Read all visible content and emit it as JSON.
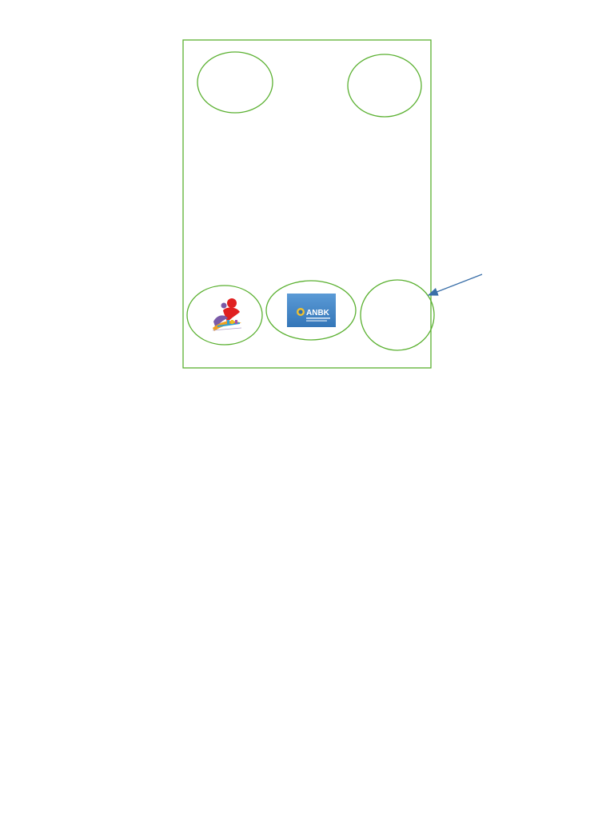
{
  "page": {
    "background": "#ffffff",
    "frame_color": "#5ab030",
    "arrow_color": "#3a6fa8"
  },
  "logos": {
    "left": {
      "icon": "people-logo-icon",
      "colors": [
        "#e02020",
        "#7a5aa8",
        "#f0a020",
        "#30a0d0"
      ]
    },
    "center": {
      "label": "ANBK",
      "icon": "anbk-logo-icon",
      "background": "#3d82c4"
    }
  },
  "placeholders": [
    {
      "name": "top-left-placeholder"
    },
    {
      "name": "top-right-placeholder"
    },
    {
      "name": "bottom-right-placeholder"
    }
  ]
}
